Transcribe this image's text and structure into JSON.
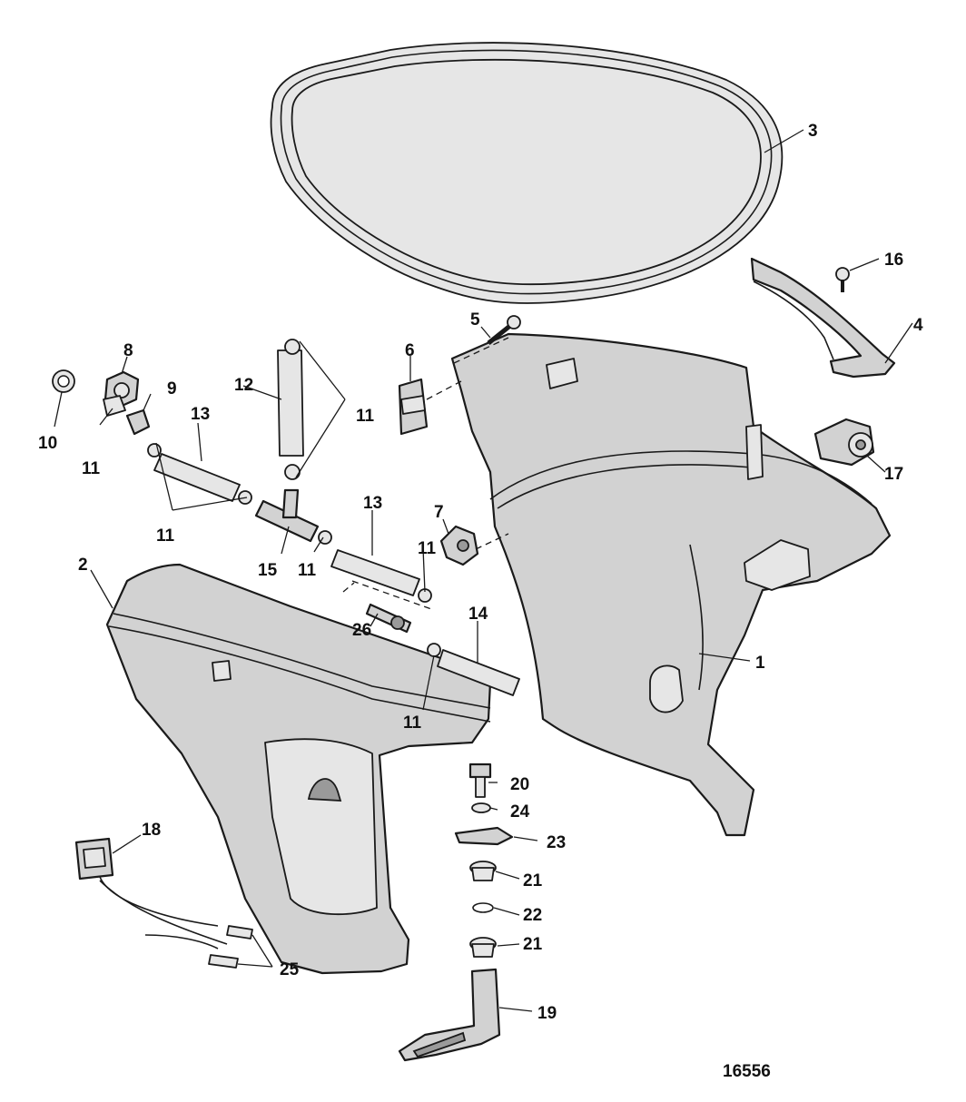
{
  "callouts": [
    {
      "id": "c1",
      "label": "1"
    },
    {
      "id": "c2",
      "label": "2"
    },
    {
      "id": "c3",
      "label": "3"
    },
    {
      "id": "c4",
      "label": "4"
    },
    {
      "id": "c5",
      "label": "5"
    },
    {
      "id": "c6",
      "label": "6"
    },
    {
      "id": "c7",
      "label": "7"
    },
    {
      "id": "c8",
      "label": "8"
    },
    {
      "id": "c9",
      "label": "9"
    },
    {
      "id": "c10",
      "label": "10"
    },
    {
      "id": "c11a",
      "label": "11"
    },
    {
      "id": "c11b",
      "label": "11"
    },
    {
      "id": "c11c",
      "label": "11"
    },
    {
      "id": "c11d",
      "label": "11"
    },
    {
      "id": "c11e",
      "label": "11"
    },
    {
      "id": "c11f",
      "label": "11"
    },
    {
      "id": "c12",
      "label": "12"
    },
    {
      "id": "c13a",
      "label": "13"
    },
    {
      "id": "c13b",
      "label": "13"
    },
    {
      "id": "c14",
      "label": "14"
    },
    {
      "id": "c15",
      "label": "15"
    },
    {
      "id": "c16",
      "label": "16"
    },
    {
      "id": "c17",
      "label": "17"
    },
    {
      "id": "c18",
      "label": "18"
    },
    {
      "id": "c19",
      "label": "19"
    },
    {
      "id": "c20",
      "label": "20"
    },
    {
      "id": "c21a",
      "label": "21"
    },
    {
      "id": "c21b",
      "label": "21"
    },
    {
      "id": "c22",
      "label": "22"
    },
    {
      "id": "c23",
      "label": "23"
    },
    {
      "id": "c24",
      "label": "24"
    },
    {
      "id": "c25",
      "label": "25"
    },
    {
      "id": "c26",
      "label": "26"
    }
  ],
  "reference_number": "16556"
}
